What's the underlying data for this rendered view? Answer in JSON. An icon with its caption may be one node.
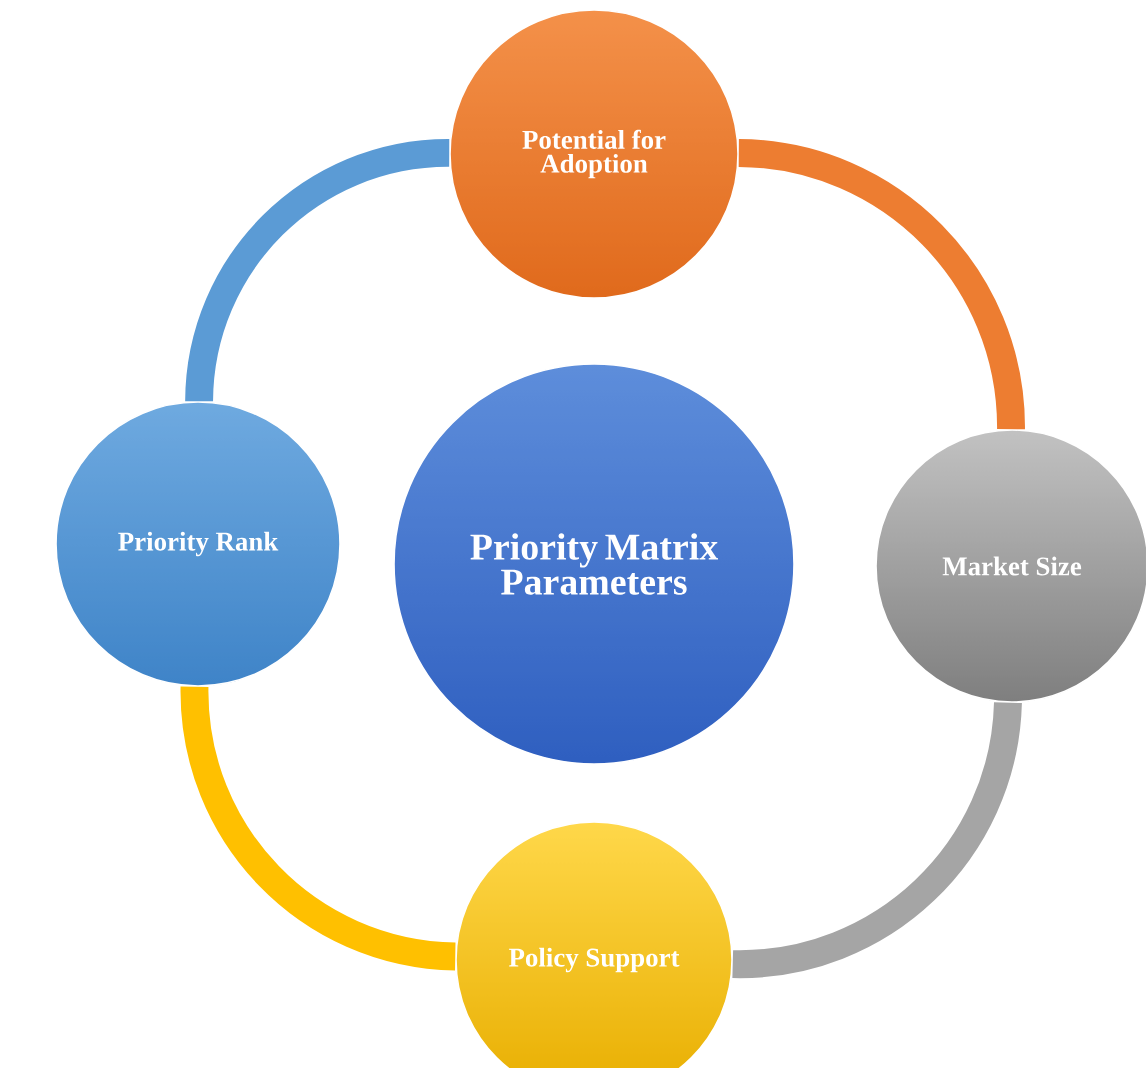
{
  "diagram": {
    "nodes": [
      {
        "text": [
          "Potential for Adoption"
        ]
      },
      {
        "text": [
          "Priority Rank"
        ]
      },
      {
        "text": [
          "Priority Matrix Parameters"
        ]
      },
      {
        "text": [
          "Market Size"
        ]
      },
      {
        "text": [
          "Policy Support"
        ]
      }
    ],
    "edges": [
      {
        "from": 0,
        "to": 3,
        "arrow": "none",
        "color": "#ed7d31"
      },
      {
        "from": 3,
        "to": 4,
        "arrow": "none",
        "color": "#a5a5a5"
      },
      {
        "from": 4,
        "to": 1,
        "arrow": "none",
        "color": "#ffc000"
      },
      {
        "from": 1,
        "to": 0,
        "arrow": "none",
        "color": "#5b9bd5"
      }
    ]
  }
}
